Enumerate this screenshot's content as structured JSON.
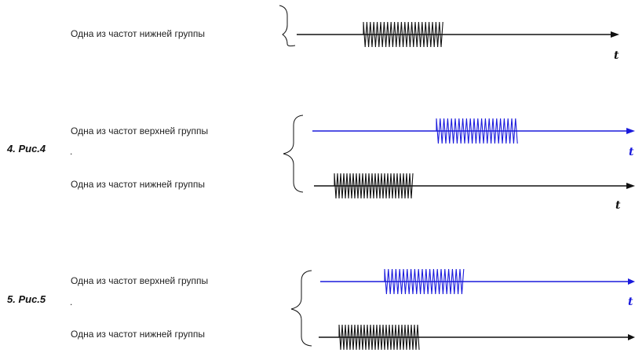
{
  "colors": {
    "black": "#111111",
    "blue": "#1a1adc"
  },
  "time_symbol": "t",
  "figures": [
    {
      "caption": "",
      "separator": "",
      "rows": [
        {
          "label": "Одна из частот нижней группы",
          "color": "black"
        }
      ]
    },
    {
      "caption": "4.  Рис.4",
      "separator": ".",
      "rows": [
        {
          "label": "Одна из частот верхней группы",
          "color": "blue"
        },
        {
          "label": "Одна из частот нижней группы",
          "color": "black"
        }
      ]
    },
    {
      "caption": "5.  Рис.5",
      "separator": ".",
      "rows": [
        {
          "label": "Одна из частот верхней группы",
          "color": "blue"
        },
        {
          "label": "Одна из частот нижней группы",
          "color": "black"
        }
      ]
    }
  ]
}
